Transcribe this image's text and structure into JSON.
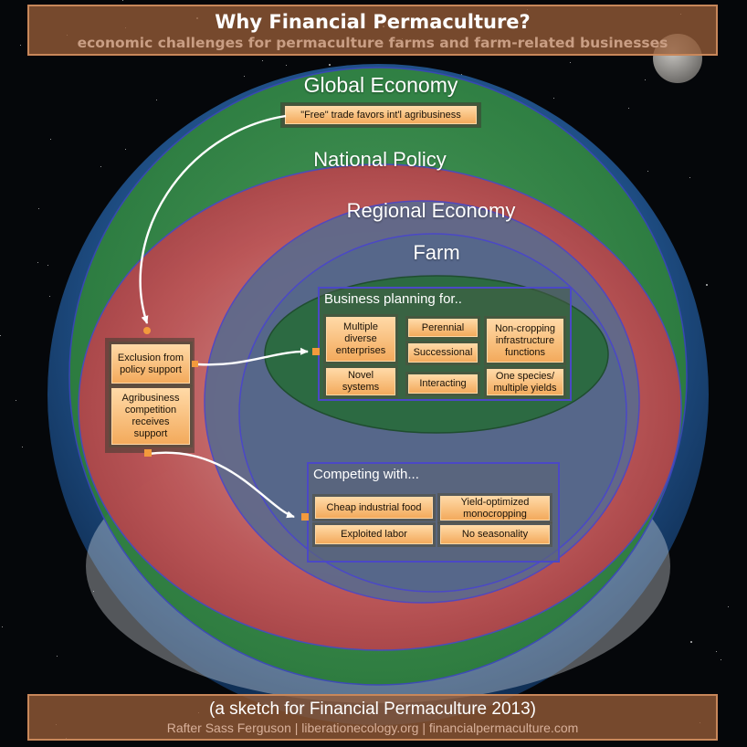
{
  "header": {
    "title": "Why Financial Permaculture?",
    "subtitle": "economic challenges for permaculture farms and farm-related businesses"
  },
  "rings": {
    "global_economy": "Global Economy",
    "national_policy": "National Policy",
    "regional_economy": "Regional Economy",
    "farm": "Farm"
  },
  "global_box": "\"Free\" trade favors int'l agribusiness",
  "policy_boxes": {
    "exclusion": "Exclusion from policy support",
    "agribusiness": "Agribusiness competition receives support"
  },
  "business_planning": {
    "title": "Business planning for..",
    "items": {
      "multiple": "Multiple diverse enterprises",
      "perennial": "Perennial",
      "noncropping": "Non-cropping infrastructure functions",
      "successional": "Successional",
      "novel": "Novel systems",
      "interacting": "Interacting",
      "onespecies": "One species/ multiple yields"
    }
  },
  "competing": {
    "title": "Competing with...",
    "items": {
      "cheap": "Cheap industrial food",
      "yield": "Yield-optimized monocropping",
      "labor": "Exploited labor",
      "seasonality": "No seasonality"
    }
  },
  "footer": {
    "main": "(a sketch for Financial Permaculture 2013)",
    "credit": "Rafter Sass Ferguson | liberationecology.org | financialpermaculture.com"
  },
  "colors": {
    "banner": "#965c37",
    "ring_global": "#2f8a3a",
    "ring_national": "#c2404a",
    "ring_regional": "#5b6a8c",
    "ring_farm": "#2f6a3f",
    "box": "#f3aa5c",
    "panel_border": "#4b48c6",
    "arrow": "#ffffff",
    "connector": "#f39a3c"
  }
}
